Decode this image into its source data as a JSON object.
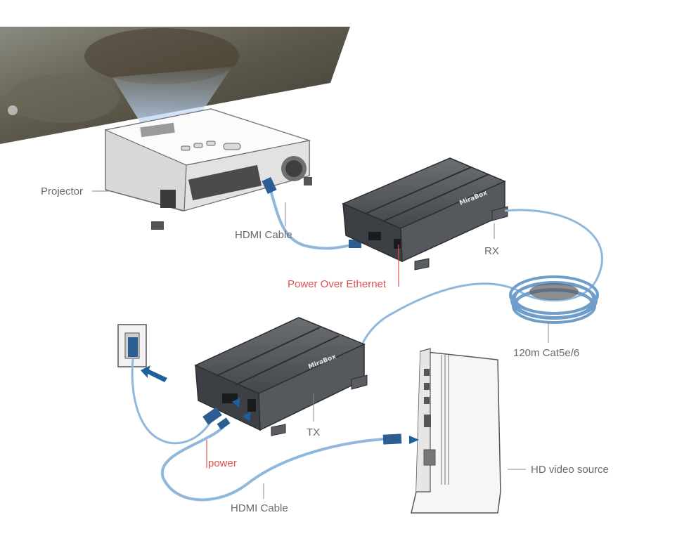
{
  "labels": {
    "projector": "Projector",
    "hdmi_cable_top": "HDMI Cable",
    "rx": "RX",
    "power_over_ethernet": "Power Over Ethernet",
    "cable_length": "120m Cat5e/6",
    "tx": "TX",
    "power": "power",
    "hd_video_source": "HD video source",
    "hdmi_cable_bottom": "HDMI Cable"
  },
  "brand": {
    "logo_rx": "MiraBox",
    "logo_tx": "MiraBox"
  },
  "colors": {
    "label_text": "#6a6a6a",
    "accent_red": "#e0524f",
    "cable_blue": "#8fb8dc",
    "arrow_blue": "#1f5f9c",
    "extender_body": "#4a4d52"
  }
}
